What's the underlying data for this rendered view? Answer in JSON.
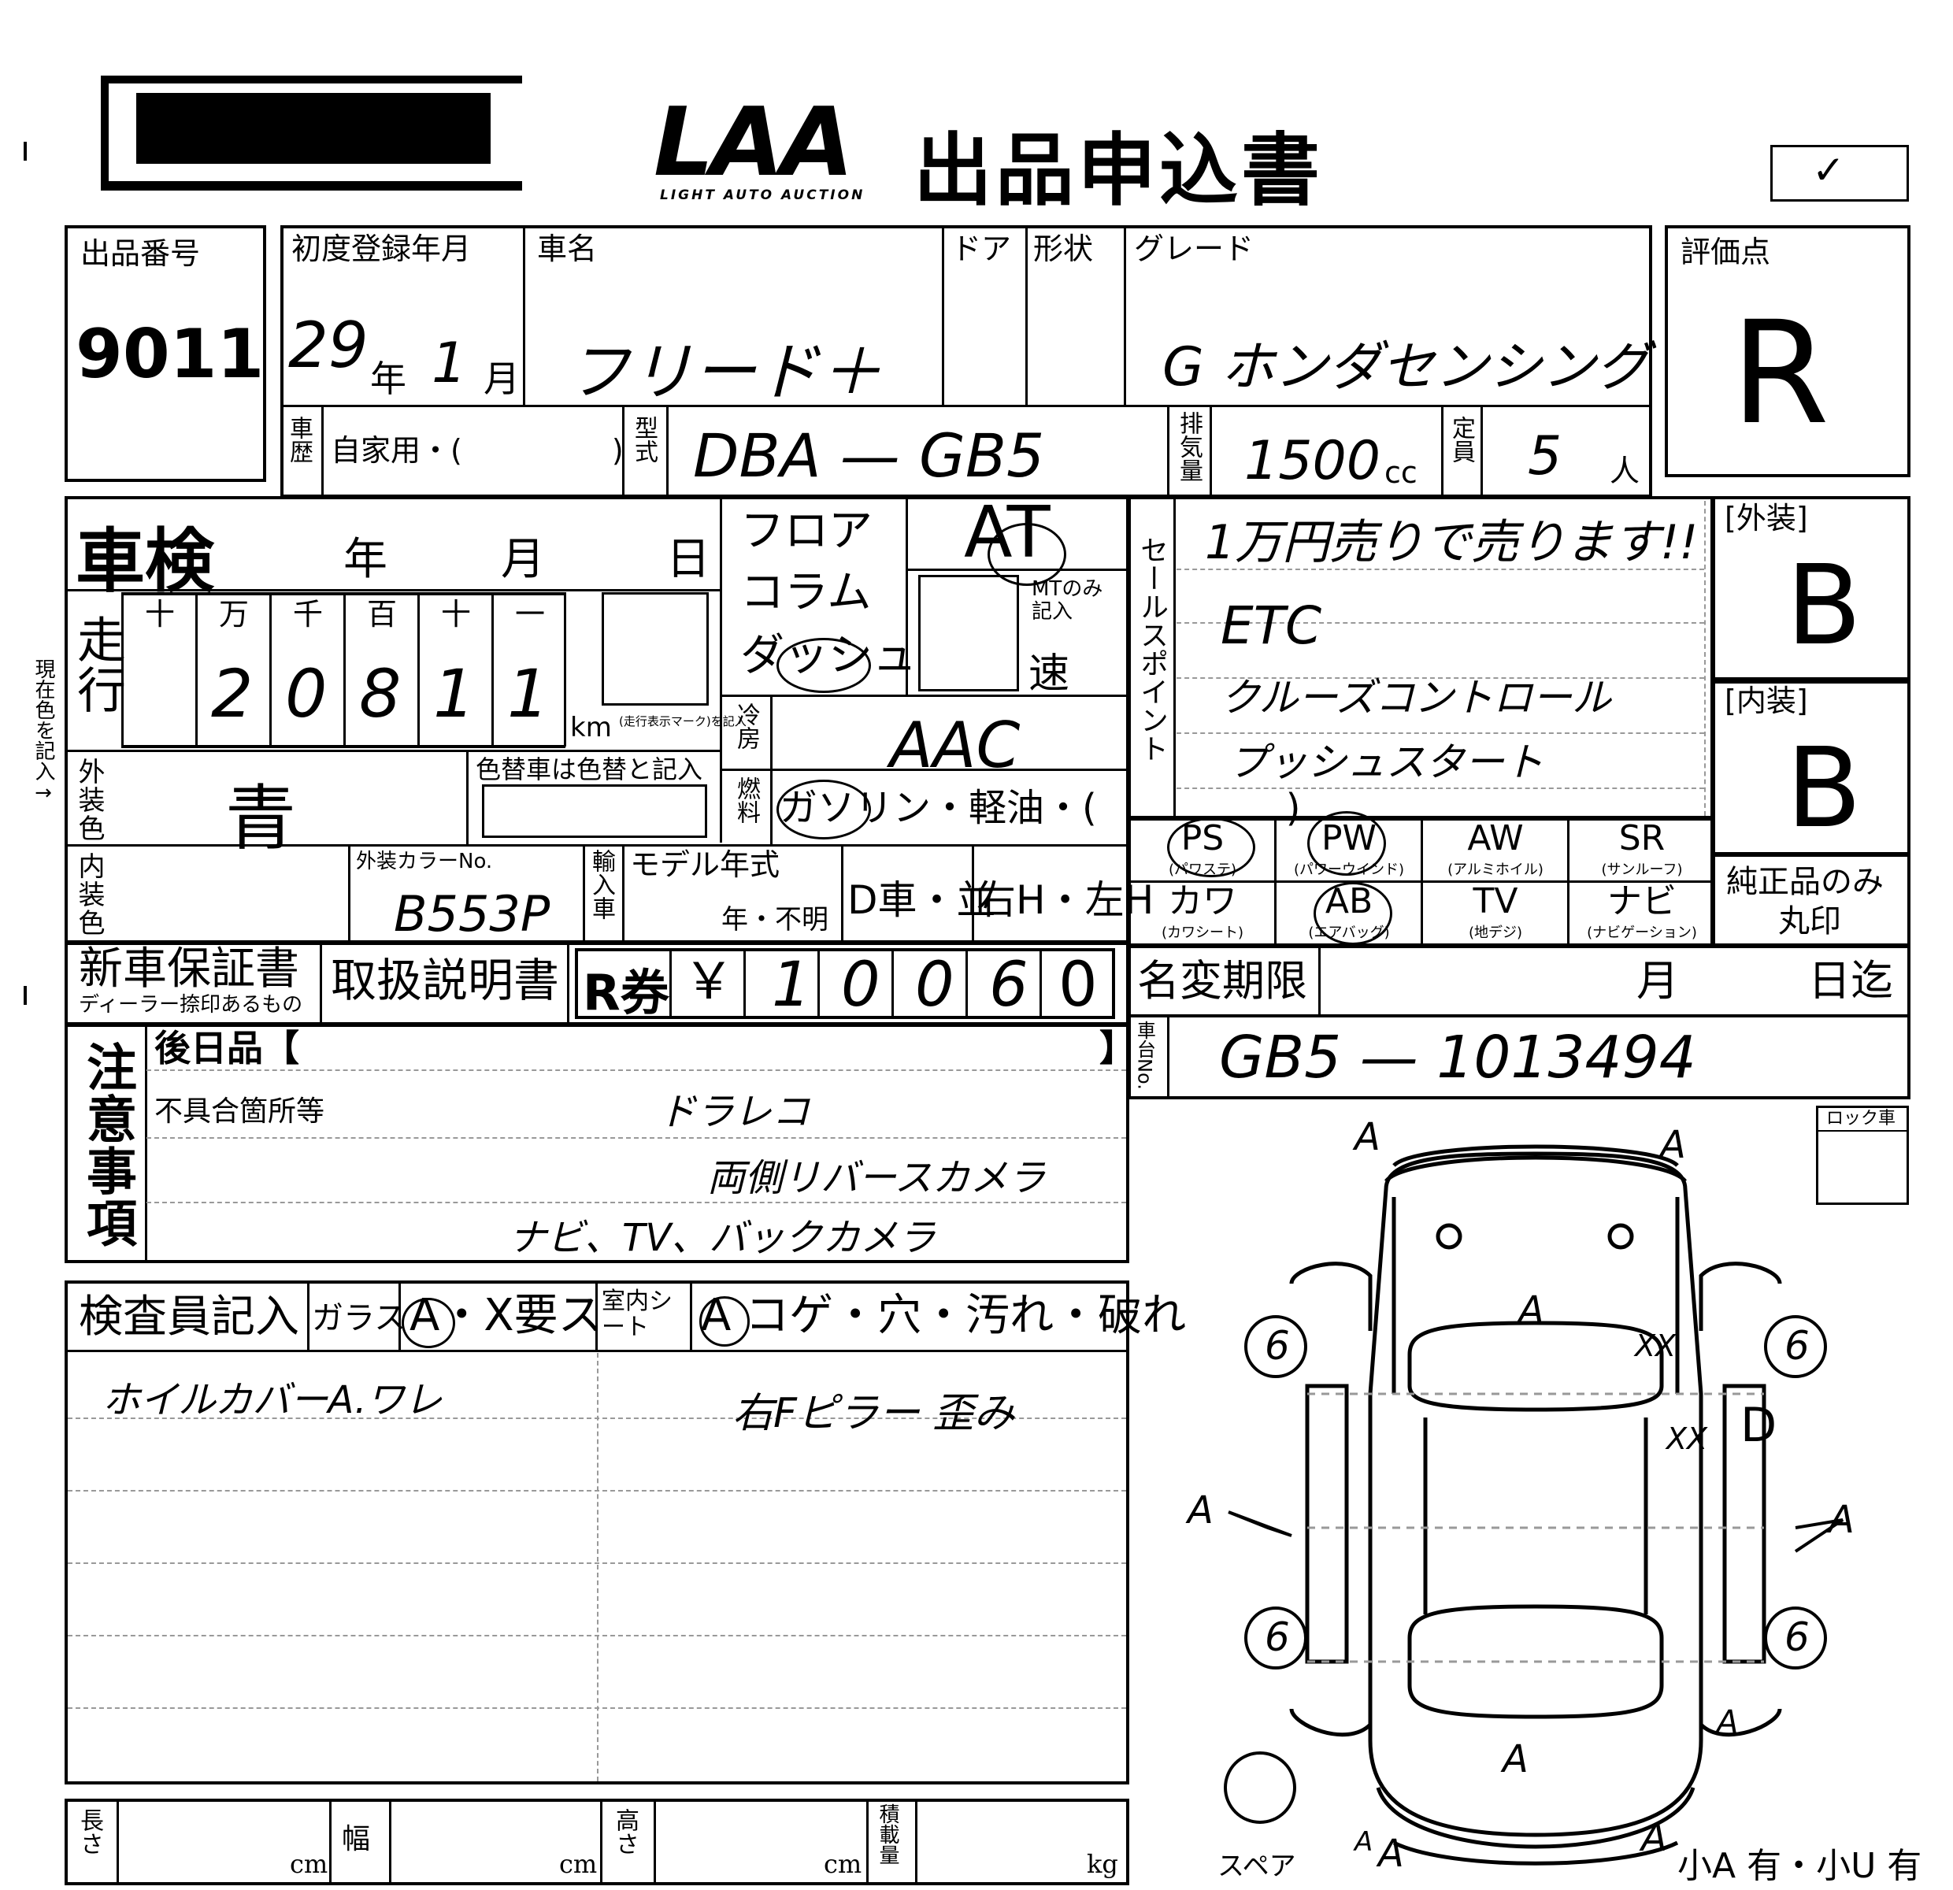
{
  "header": {
    "logo_text": "LAA",
    "logo_sub": "LIGHT AUTO AUCTION",
    "title": "出品申込書",
    "check_mark": "✓"
  },
  "listing": {
    "number_label": "出品番号",
    "number": "9011"
  },
  "registration": {
    "label": "初度登録年月",
    "year": "29",
    "year_unit": "年",
    "month": "1",
    "month_unit": "月"
  },
  "car": {
    "name_label": "車名",
    "name": "フリード＋",
    "door_label": "ドア",
    "shape_label": "形状",
    "grade_label": "グレード",
    "grade": "G ホンダセンシング",
    "history_label": "車歴",
    "history_value": "自家用・(　　　　　)",
    "model_label": "型式",
    "model": "DBA — GB5",
    "displacement_label": "排気量",
    "displacement": "1500",
    "displacement_unit": "cc",
    "capacity_label": "定員",
    "capacity": "5",
    "capacity_unit": "人"
  },
  "rating": {
    "label": "評価点",
    "value": "R",
    "exterior_label": "[外装]",
    "exterior": "B",
    "interior_label": "[内装]",
    "interior": "B"
  },
  "inspection": {
    "shaken_label": "車検",
    "year_unit": "年",
    "month_unit": "月",
    "day_unit": "日"
  },
  "mileage": {
    "label": "走行",
    "places": [
      "十",
      "万",
      "千",
      "百",
      "十",
      "一"
    ],
    "digits": [
      "",
      "2",
      "0",
      "8",
      "1",
      "1"
    ],
    "unit": "km",
    "unit_note": "(走行表示マーク)を記入"
  },
  "transmission": {
    "floor": "フロア",
    "column": "コラム",
    "dash": "ダッシュ",
    "value": "AT",
    "mt_note": "MTのみ記入",
    "speed_label": "速"
  },
  "cooling": {
    "label": "冷房",
    "value": "AAC"
  },
  "fuel": {
    "label": "燃料",
    "options": "ガソリン・軽油・(　　　　　)"
  },
  "color": {
    "exterior_label": "外装色",
    "exterior": "青",
    "change_note": "色替車は色替と記入",
    "interior_label": "内装色",
    "color_no_label": "外装カラーNo.",
    "color_no": "B553P",
    "import_label": "輸入車",
    "model_year_label": "モデル年式",
    "model_year_suffix": "年・不明",
    "dealer": "D車・並",
    "handle": "右H・左H"
  },
  "documents": {
    "warranty": "新車保証書",
    "warranty_note": "ディーラー捺印あるもの",
    "manual": "取扱説明書",
    "recycle_label": "R券",
    "recycle_yen": "￥",
    "recycle_digits": [
      "1",
      "0",
      "0",
      "6",
      "0"
    ]
  },
  "sales_points": {
    "label": "セールスポイント",
    "lines": [
      "1万円売りで売ります!!",
      "ETC",
      "クルーズコントロール",
      "プッシュスタート"
    ]
  },
  "options": {
    "items": [
      {
        "abbr": "PS",
        "sub": "(パワステ)"
      },
      {
        "abbr": "PW",
        "sub": "(パワーウインド)"
      },
      {
        "abbr": "AW",
        "sub": "(アルミホイル)"
      },
      {
        "abbr": "SR",
        "sub": "(サンルーフ)"
      },
      {
        "abbr": "カワ",
        "sub": "(カワシート)"
      },
      {
        "abbr": "AB",
        "sub": "(エアバッグ)"
      },
      {
        "abbr": "TV",
        "sub": "(地デジ)"
      },
      {
        "abbr": "ナビ",
        "sub": "(ナビゲーション)"
      }
    ],
    "genuine_note_1": "純正品のみ",
    "genuine_note_2": "丸印"
  },
  "name_change": {
    "label": "名変期限",
    "month": "月",
    "day": "日迄"
  },
  "chassis": {
    "label": "車台No.",
    "value": "GB5 — 1013494"
  },
  "notes": {
    "label": "注意事項",
    "later_items": "後日品【",
    "later_close": "】",
    "defects_label": "不具合箇所等",
    "lines": [
      "ドラレコ",
      "両側リバースカメラ",
      "ナビ、TV、バックカメラ"
    ]
  },
  "inspector": {
    "label": "検査員記入",
    "glass_label": "ガラス",
    "glass_value": "A・X要ス",
    "seat_label": "室内シート",
    "seat_value": "A コゲ・穴・汚れ・破れ",
    "note_left": "ホイルカバーA.ワレ",
    "note_right": "右Fピラー 歪み"
  },
  "dimensions": {
    "length_label": "長さ",
    "width_label": "幅",
    "height_label": "高さ",
    "load_label": "積載量",
    "cm": "cm",
    "kg": "kg"
  },
  "diagram": {
    "lock_label": "ロック車",
    "spare_label": "スペア",
    "bottom_note": "小A 有・小U 有",
    "marks": [
      "A",
      "A",
      "A",
      "A",
      "A",
      "A",
      "A",
      "A",
      "XX",
      "XX",
      "6",
      "6",
      "6",
      "6",
      "D",
      "A",
      "A"
    ]
  }
}
